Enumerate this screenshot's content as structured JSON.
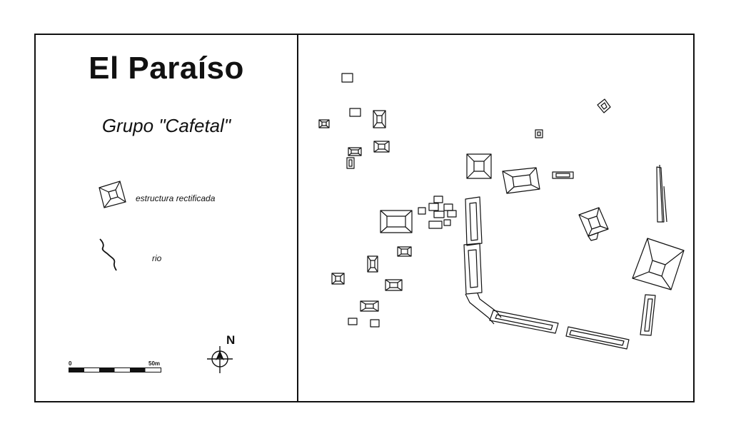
{
  "legend": {
    "title": "El Paraíso",
    "subtitle": "Grupo \"Cafetal\"",
    "items": [
      {
        "label": "estructura rectificada"
      },
      {
        "label": "rio"
      }
    ],
    "scale": {
      "start_label": "0",
      "end_label": "50m"
    },
    "north_label": "N"
  },
  "colors": {
    "line": "#111111",
    "background": "#ffffff"
  },
  "icons": [
    "structure-icon",
    "river-icon",
    "north-arrow-icon",
    "scale-bar-icon"
  ]
}
